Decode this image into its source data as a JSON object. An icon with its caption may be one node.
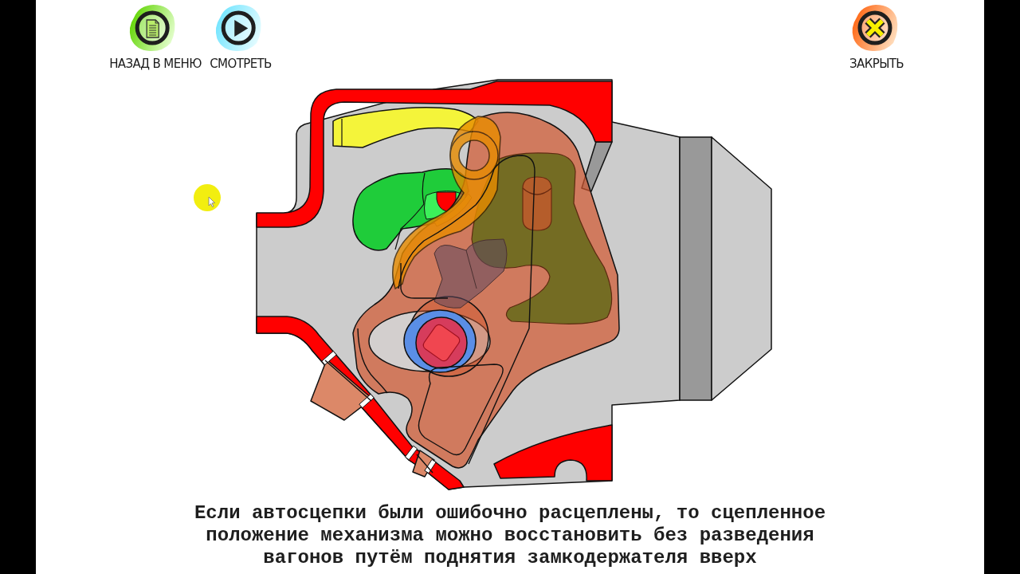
{
  "diagram": {
    "caption": "Если автосцепки были ошибочно расцеплены, то сцепленное положение механизма можно восстановить без разведения вагонов путём поднятия замкодержателя вверх",
    "labels": [
      "НАЗАД В МЕНЮ",
      "СМОТРЕТЬ",
      "ЗАКРЫТЬ"
    ]
  }
}
